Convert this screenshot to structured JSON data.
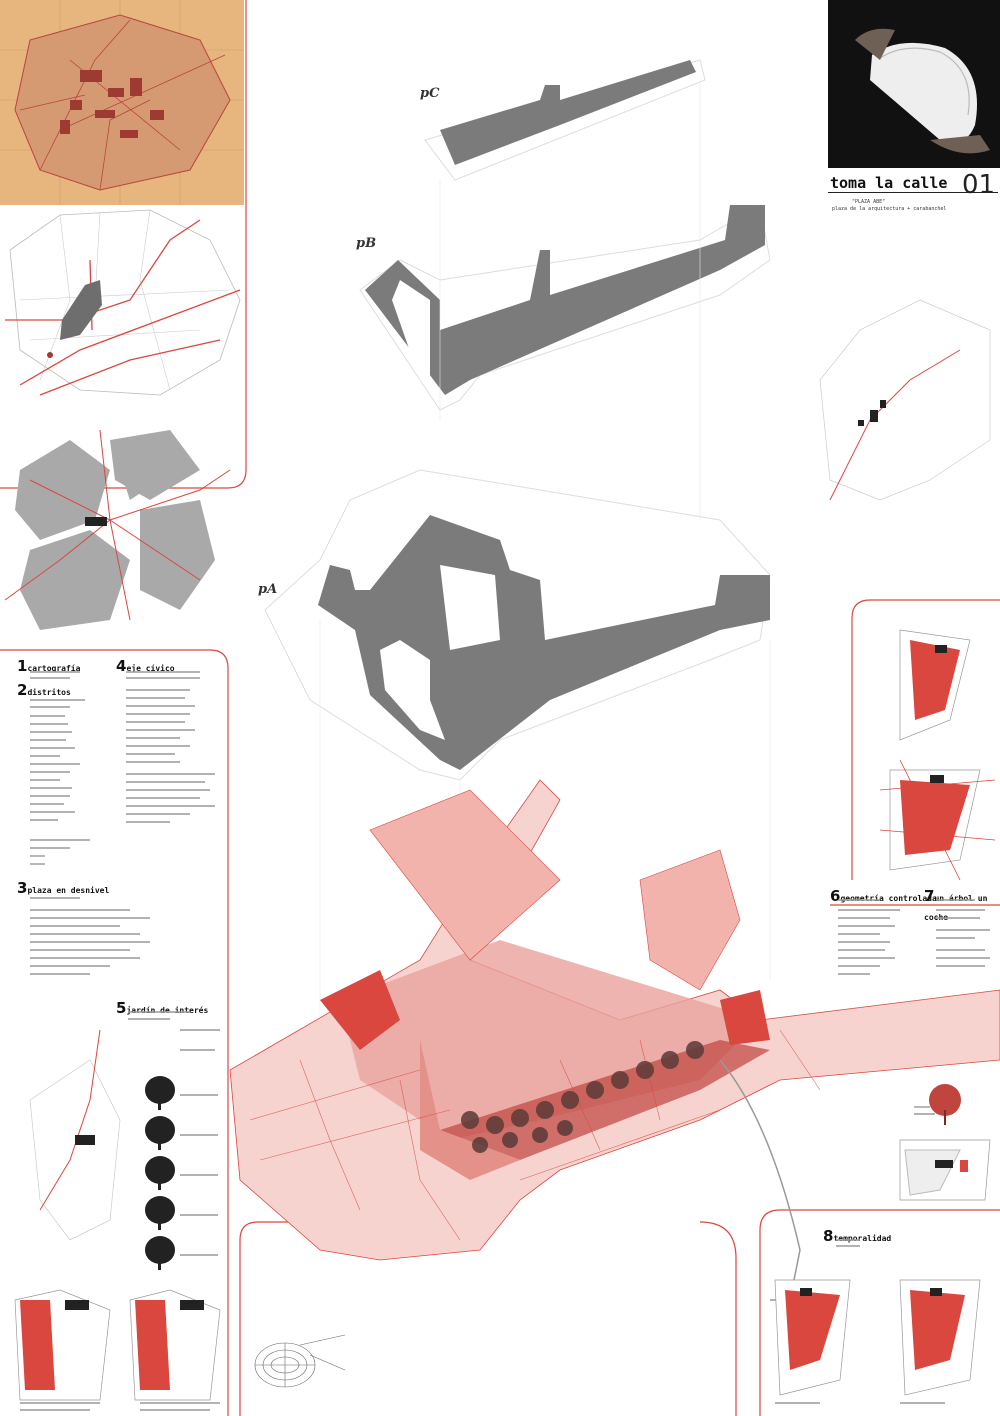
{
  "header": {
    "title": "toma la calle",
    "sheet_number": "01",
    "subtitle_1": "\"PLAZA ABE\"",
    "subtitle_2": "plaza de la arquitectura + carabanchel"
  },
  "plans": {
    "c": "pC",
    "b": "pB",
    "a": "pA"
  },
  "sections": {
    "s1": {
      "num": "1",
      "title": "cartografía"
    },
    "s2": {
      "num": "2",
      "title": "distritos"
    },
    "s3": {
      "num": "3",
      "title": "plaza en desnivel"
    },
    "s4": {
      "num": "4",
      "title": "eje cívico"
    },
    "s5": {
      "num": "5",
      "title": "jardín de interés"
    },
    "s6": {
      "num": "6",
      "title": "geometría controlada"
    },
    "s7": {
      "num": "7",
      "title": "un árbol un coche"
    },
    "s8": {
      "num": "8",
      "title": "temporalidad"
    }
  },
  "colors": {
    "accent": "#d9473f",
    "accent_fill": "#f2b3ad",
    "plan_fill": "#7b7b7b",
    "map_fill": "#a9a9a9",
    "photo_bg": "#111111",
    "old_map_bg": "#e7b57e"
  }
}
